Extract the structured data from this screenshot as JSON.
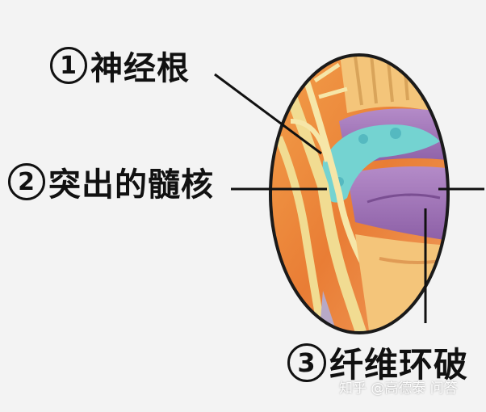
{
  "labels": [
    {
      "number": "①",
      "text": "神经根"
    },
    {
      "number": "②",
      "text": "突出的髓核"
    },
    {
      "number": "③",
      "text": "纤维环破"
    }
  ],
  "watermark": "知乎 @高德泰 问答",
  "colors": {
    "background": "#f3f3f3",
    "disc": "#a07ab8",
    "nucleus": "#6ecfd0",
    "nerve": "#f0d98a",
    "tissue": "#e8843a",
    "line": "#111111"
  }
}
